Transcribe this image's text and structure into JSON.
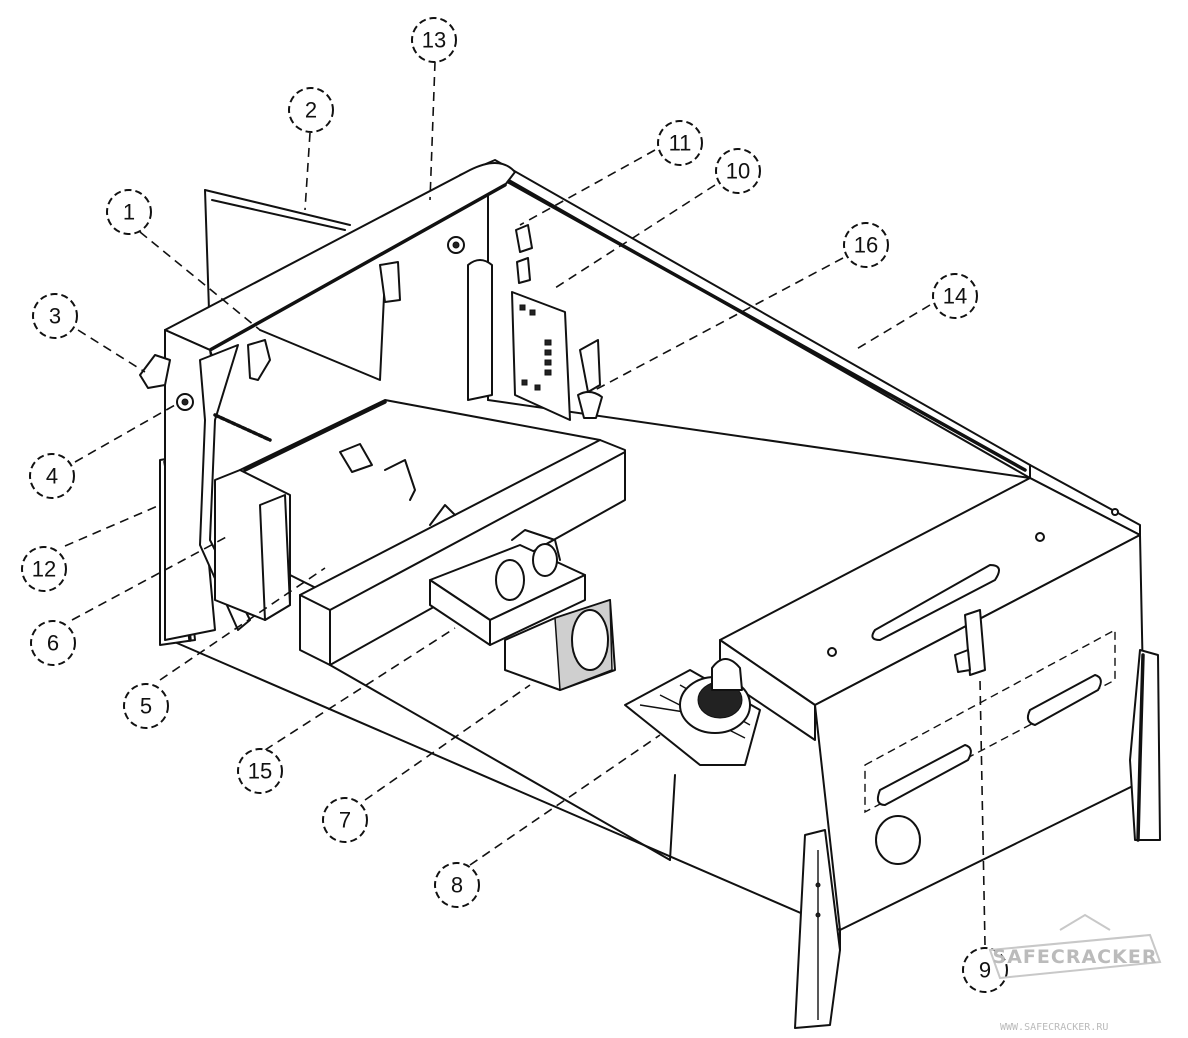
{
  "callouts": [
    {
      "id": "c1",
      "label": "1"
    },
    {
      "id": "c2",
      "label": "2"
    },
    {
      "id": "c3",
      "label": "3"
    },
    {
      "id": "c4",
      "label": "4"
    },
    {
      "id": "c5",
      "label": "5"
    },
    {
      "id": "c6",
      "label": "6"
    },
    {
      "id": "c7",
      "label": "7"
    },
    {
      "id": "c8",
      "label": "8"
    },
    {
      "id": "c9",
      "label": "9"
    },
    {
      "id": "c10",
      "label": "10"
    },
    {
      "id": "c11",
      "label": "11"
    },
    {
      "id": "c12",
      "label": "12"
    },
    {
      "id": "c13",
      "label": "13"
    },
    {
      "id": "c14",
      "label": "14"
    },
    {
      "id": "c15",
      "label": "15"
    },
    {
      "id": "c16",
      "label": "16"
    }
  ],
  "watermark": {
    "brand": "SAFECRACKER",
    "url": "WWW.SAFECRACKER.RU"
  }
}
